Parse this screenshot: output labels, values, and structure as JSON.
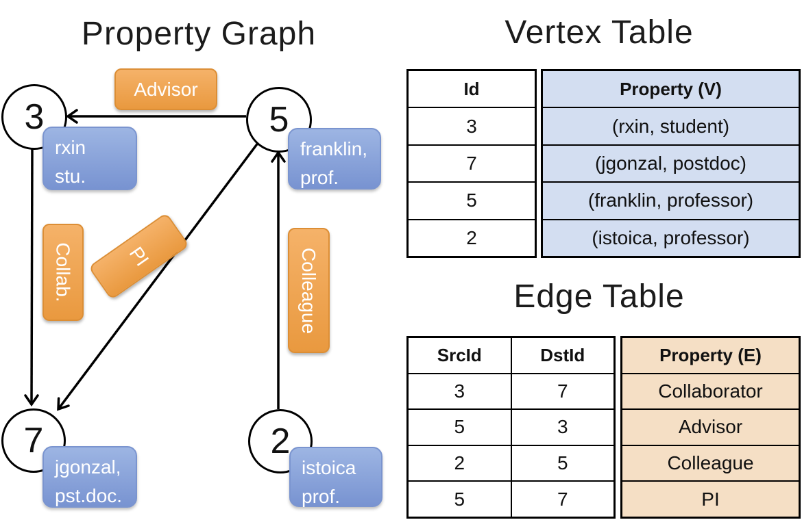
{
  "colors": {
    "orange_top": "#F5B269",
    "orange_bottom": "#E9993F",
    "orange_border": "#DC8E35",
    "blue_top": "#9DB5E3",
    "blue_bottom": "#7893D1",
    "blue_border": "#7A94CF",
    "vertex_property_bg": "#D3DEF1",
    "edge_property_bg": "#F5DFC5",
    "line_color": "#000000"
  },
  "graph": {
    "title": "Property Graph",
    "nodes": [
      {
        "id": "3",
        "prop_line1": "rxin",
        "prop_line2": "stu."
      },
      {
        "id": "5",
        "prop_line1": "franklin,",
        "prop_line2": "prof."
      },
      {
        "id": "7",
        "prop_line1": "jgonzal,",
        "prop_line2": "pst.doc."
      },
      {
        "id": "2",
        "prop_line1": "istoica",
        "prop_line2": "prof."
      }
    ],
    "edge_labels": [
      {
        "label": "Advisor"
      },
      {
        "label": "Collab."
      },
      {
        "label": "PI"
      },
      {
        "label": "Colleague"
      }
    ]
  },
  "vertex_table": {
    "title": "Vertex Table",
    "headers": {
      "id": "Id",
      "property": "Property (V)"
    },
    "rows": [
      {
        "id": "3",
        "property": "(rxin, student)"
      },
      {
        "id": "7",
        "property": "(jgonzal, postdoc)"
      },
      {
        "id": "5",
        "property": "(franklin, professor)"
      },
      {
        "id": "2",
        "property": "(istoica, professor)"
      }
    ]
  },
  "edge_table": {
    "title": "Edge Table",
    "headers": {
      "src": "SrcId",
      "dst": "DstId",
      "property": "Property (E)"
    },
    "rows": [
      {
        "src": "3",
        "dst": "7",
        "property": "Collaborator"
      },
      {
        "src": "5",
        "dst": "3",
        "property": "Advisor"
      },
      {
        "src": "2",
        "dst": "5",
        "property": "Colleague"
      },
      {
        "src": "5",
        "dst": "7",
        "property": "PI"
      }
    ]
  }
}
